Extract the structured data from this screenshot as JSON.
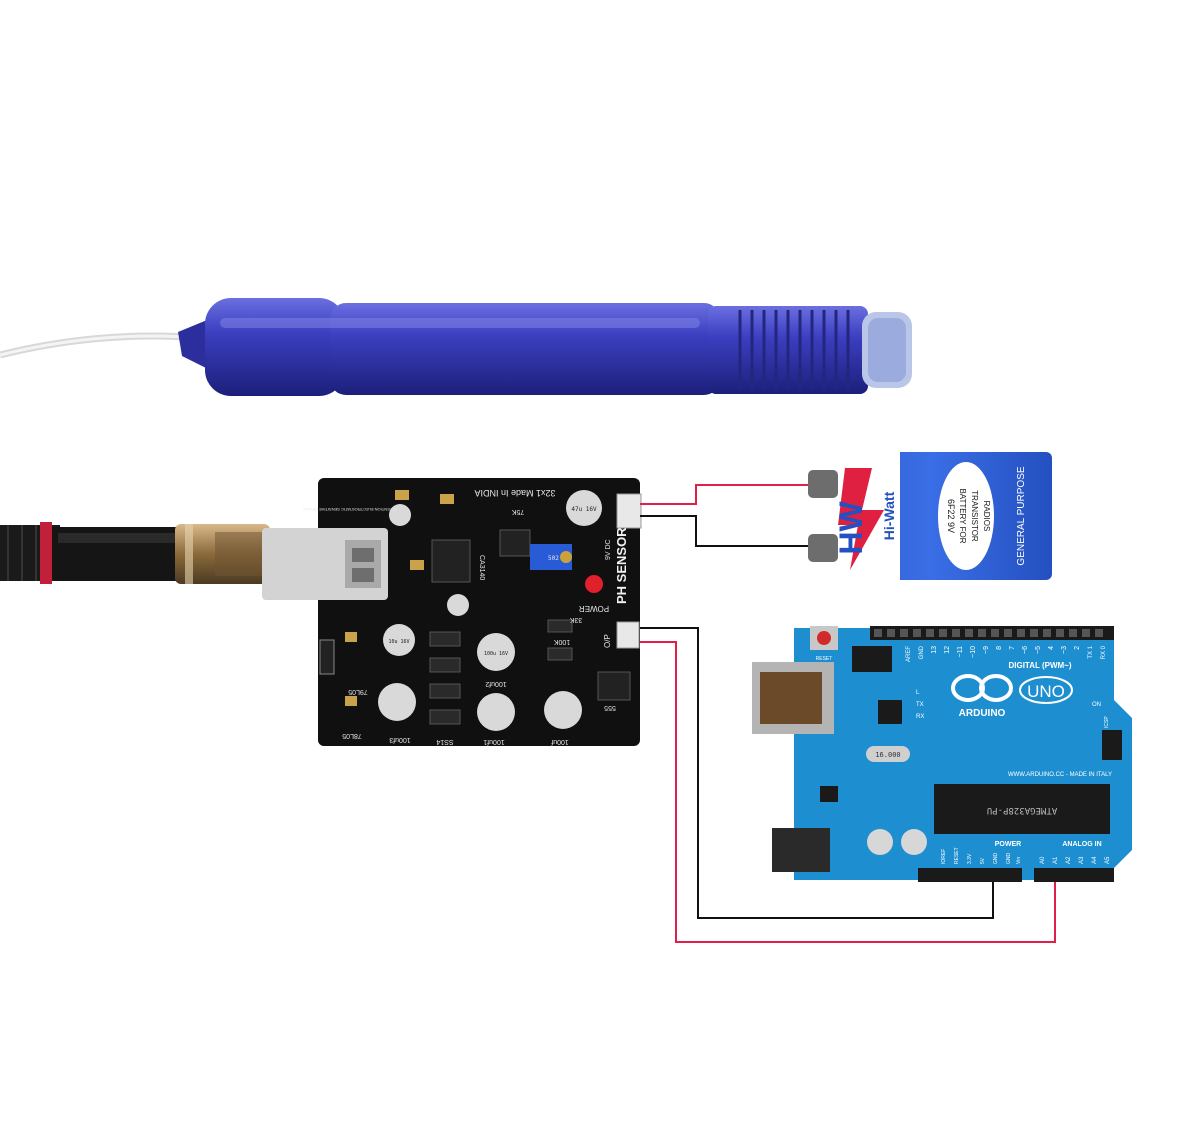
{
  "colors": {
    "background": "#ffffff",
    "probe_body": "#3c3fc0",
    "probe_tip": "#b9c6e8",
    "sensor_pcb": "#101010",
    "battery": "#2f5fd8",
    "arduino_pcb": "#1d8fd0",
    "wire_red": "#e0204a",
    "wire_black": "#111111"
  },
  "sensor_board": {
    "title": "PH SENSOR",
    "made_in": "32x1 Made In INDIA",
    "brand": "ATTENTION ELECTROSTATIC SENSITIVE DEVICE",
    "power_label": "POWER",
    "input_label": "9V DC",
    "output_label": "O/P",
    "ic_label": "CA3140",
    "cap_a": "47u 16V",
    "cap_b": "100u 16V",
    "cap_c": "10u 16V",
    "cap_d": "100uf2",
    "cap_e": "100uf1",
    "cap_f": "100uf",
    "cap_g": "100uf3",
    "ss14": "SS14",
    "reg": "79L05",
    "reg2": "78L05",
    "res_a": "75K",
    "res_b": "33K",
    "res_c": "100K",
    "timer": "555",
    "pot": "502"
  },
  "battery": {
    "brand": "Hi-Watt",
    "logo": "HW",
    "model": "6F22 9V",
    "line1": "BATTERY FOR",
    "line2": "TRANSISTOR",
    "line3": "RADIOS",
    "purpose": "GENERAL PURPOSE",
    "terminal_plus": "+",
    "terminal_minus": "-"
  },
  "arduino": {
    "name": "UNO",
    "brand": "ARDUINO",
    "digital_label": "DIGITAL (PWM~)",
    "aref": "AREF",
    "gnd": "GND",
    "pins": [
      "13",
      "12",
      "~11",
      "~10",
      "~9",
      "8",
      "7",
      "~6",
      "~5",
      "4",
      "~3",
      "2",
      "TX 1",
      "RX 0"
    ],
    "power_label": "POWER",
    "power_pins": [
      "IOREF",
      "RESET",
      "3.3V",
      "5V",
      "GND",
      "GND",
      "Vin"
    ],
    "analog_label": "ANALOG IN",
    "analog_pins": [
      "A0",
      "A1",
      "A2",
      "A3",
      "A4",
      "A5"
    ],
    "url": "WWW.ARDUINO.CC - MADE IN ITALY",
    "chip": "ATMEGA328P-PU",
    "crystal": "16.000",
    "on_label": "ON",
    "tx": "TX",
    "rx": "RX",
    "l": "L",
    "icsp": "ICSP",
    "reset_label": "RESET"
  }
}
